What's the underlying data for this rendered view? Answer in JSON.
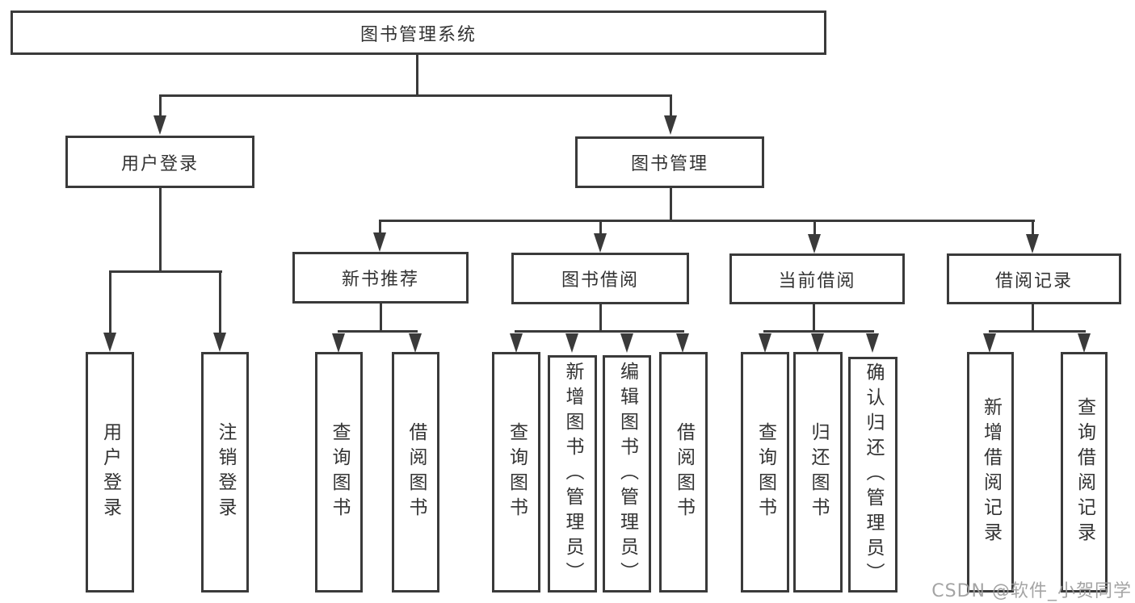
{
  "diagram": {
    "watermark": "CSDN @软件_小贺同学",
    "colors": {
      "line": "#3a3a3a",
      "box_border": "#3a3a3a",
      "box_fill": "#ffffff",
      "text": "#333333",
      "watermark_text": "#9b9b9b"
    },
    "nodes": {
      "root": {
        "label": "图书管理系统"
      },
      "user_login": {
        "label": "用户登录"
      },
      "book_mgmt": {
        "label": "图书管理"
      },
      "new_book_rec": {
        "label": "新书推荐"
      },
      "book_borrow": {
        "label": "图书借阅"
      },
      "current_borrow": {
        "label": "当前借阅"
      },
      "borrow_record": {
        "label": "借阅记录"
      },
      "leaf_user_login": {
        "label": "用户登录"
      },
      "leaf_logout": {
        "label": "注销登录"
      },
      "leaf_query_book_rec": {
        "label": "查询图书"
      },
      "leaf_borrow_book_rec": {
        "label": "借阅图书"
      },
      "leaf_query_book_borrow": {
        "label": "查询图书"
      },
      "leaf_add_book_admin": {
        "label": "新增图书（管理员）"
      },
      "leaf_edit_book_admin": {
        "label": "编辑图书（管理员）"
      },
      "leaf_borrow_book_borrow": {
        "label": "借阅图书"
      },
      "leaf_query_book_current": {
        "label": "查询图书"
      },
      "leaf_return_book": {
        "label": "归还图书"
      },
      "leaf_confirm_return_admin": {
        "label": "确认归还（管理员）"
      },
      "leaf_add_borrow_record": {
        "label": "新增借阅记录"
      },
      "leaf_query_borrow_record": {
        "label": "查询借阅记录"
      }
    }
  }
}
